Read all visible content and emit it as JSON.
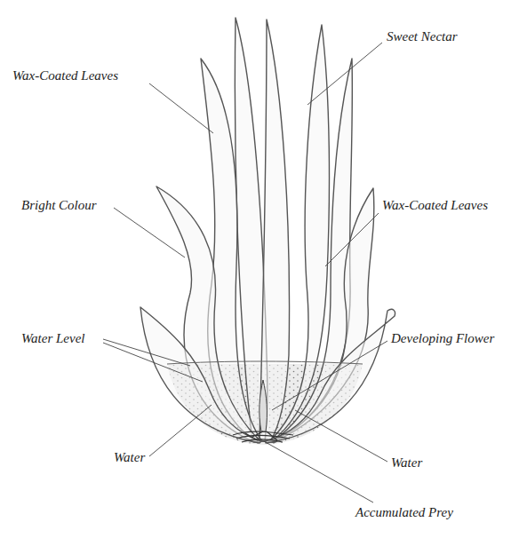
{
  "diagram": {
    "labels": [
      "Wax-Coated Leaves",
      "Sweet Nectar",
      "Bright Colour",
      "Wax-Coated Leaves",
      "Water Level",
      "Developing Flower",
      "Water",
      "Water",
      "Accumulated Prey"
    ]
  }
}
